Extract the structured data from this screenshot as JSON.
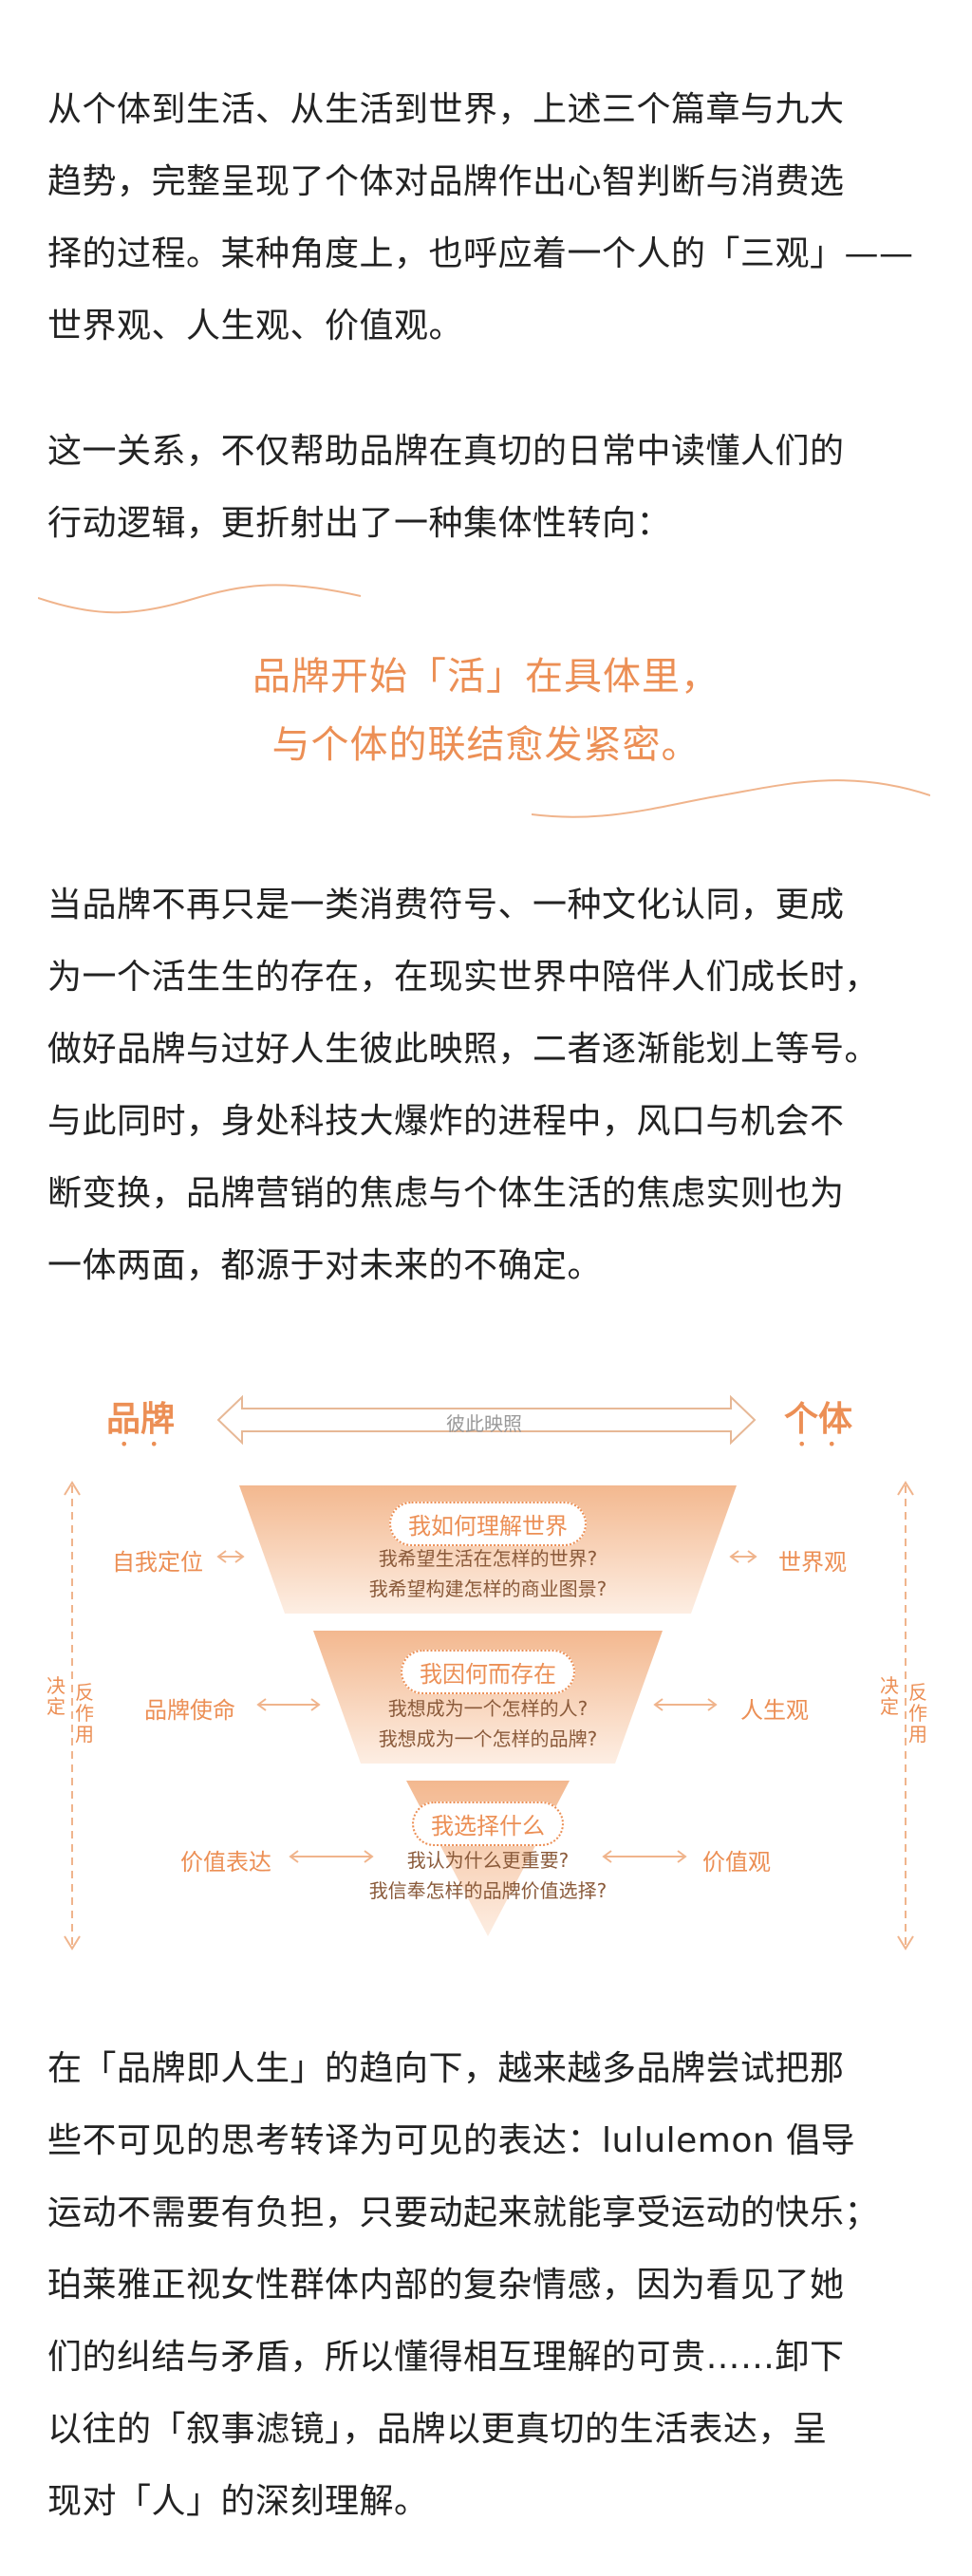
{
  "paragraphs": {
    "p1": "从个体到生活、从生活到世界，上述三个篇章与九大\n趋势，完整呈现了个体对品牌作出心智判断与消费选\n择的过程。某种角度上，也呼应着一个人的「三观」——\n世界观、人生观、价值观。",
    "p2": "这一关系，不仅帮助品牌在真切的日常中读懂人们的\n行动逻辑，更折射出了一种集体性转向：",
    "p3": "当品牌不再只是一类消费符号、一种文化认同，更成\n为一个活生生的存在，在现实世界中陪伴人们成长时，\n做好品牌与过好人生彼此映照，二者逐渐能划上等号。\n与此同时，身处科技大爆炸的进程中，风口与机会不\n断变换，品牌营销的焦虑与个体生活的焦虑实则也为\n一体两面，都源于对未来的不确定。",
    "p4": "在「品牌即人生」的趋向下，越来越多品牌尝试把那\n些不可见的思考转译为可见的表达：lululemon 倡导\n运动不需要有负担，只要动起来就能享受运动的快乐；\n珀莱雅正视女性群体内部的复杂情感，因为看见了她\n们的纠结与矛盾，所以懂得相互理解的可贵……卸下\n以往的「叙事滤镜」，品牌以更真切的生活表达，呈\n现对「人」的深刻理解。"
  },
  "quote": {
    "line1": "品牌开始「活」在具体里，",
    "line2": "与个体的联结愈发紧密。"
  },
  "diagram": {
    "left_title": "品牌",
    "right_title": "个体",
    "mirror_label": "彼此映照",
    "left_side_vertical_a": "决定",
    "left_side_vertical_b": "反作用",
    "right_side_vertical_a": "决定",
    "right_side_vertical_b": "反作用",
    "levels": [
      {
        "left_label": "自我定位",
        "right_label": "世界观",
        "question": "我如何理解世界",
        "sub": "我希望生活在怎样的世界?\n我希望构建怎样的商业图景?"
      },
      {
        "left_label": "品牌使命",
        "right_label": "人生观",
        "question": "我因何而存在",
        "sub": "我想成为一个怎样的人?\n我想成为一个怎样的品牌?"
      },
      {
        "left_label": "价值表达",
        "right_label": "价值观",
        "question": "我选择什么",
        "sub": "我认为什么更重要?\n我信奉怎样的品牌价值选择?"
      }
    ],
    "colors": {
      "accent": "#ec8f55",
      "light": "#fbe3d2",
      "mid": "#f6c5a2"
    }
  }
}
